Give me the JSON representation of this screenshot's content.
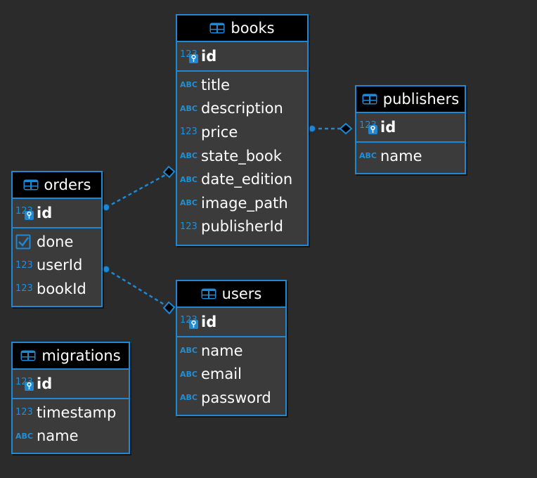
{
  "colors": {
    "accent": "#1e88d4",
    "background": "#2b2b2b",
    "table_fill": "#3b3b3b",
    "header_fill": "#000000"
  },
  "tables": {
    "books": {
      "name": "books",
      "pk": {
        "name": "id",
        "icon": "key-numeric-icon"
      },
      "columns": [
        {
          "name": "title",
          "icon": "text-type-icon",
          "glyph": "ABC"
        },
        {
          "name": "description",
          "icon": "text-type-icon",
          "glyph": "ABC"
        },
        {
          "name": "price",
          "icon": "numeric-type-icon",
          "glyph": "123"
        },
        {
          "name": "state_book",
          "icon": "text-type-icon",
          "glyph": "ABC"
        },
        {
          "name": "date_edition",
          "icon": "text-type-icon",
          "glyph": "ABC"
        },
        {
          "name": "image_path",
          "icon": "text-type-icon",
          "glyph": "ABC"
        },
        {
          "name": "publisherId",
          "icon": "numeric-type-icon",
          "glyph": "123"
        }
      ]
    },
    "publishers": {
      "name": "publishers",
      "pk": {
        "name": "id",
        "icon": "key-numeric-icon"
      },
      "columns": [
        {
          "name": "name",
          "icon": "text-type-icon",
          "glyph": "ABC"
        }
      ]
    },
    "orders": {
      "name": "orders",
      "pk": {
        "name": "id",
        "icon": "key-numeric-icon"
      },
      "columns": [
        {
          "name": "done",
          "icon": "checkbox-icon",
          "glyph": ""
        },
        {
          "name": "userId",
          "icon": "numeric-type-icon",
          "glyph": "123"
        },
        {
          "name": "bookId",
          "icon": "numeric-type-icon",
          "glyph": "123"
        }
      ]
    },
    "users": {
      "name": "users",
      "pk": {
        "name": "id",
        "icon": "key-numeric-icon"
      },
      "columns": [
        {
          "name": "name",
          "icon": "text-type-icon",
          "glyph": "ABC"
        },
        {
          "name": "email",
          "icon": "text-type-icon",
          "glyph": "ABC"
        },
        {
          "name": "password",
          "icon": "text-type-icon",
          "glyph": "ABC"
        }
      ]
    },
    "migrations": {
      "name": "migrations",
      "pk": {
        "name": "id",
        "icon": "key-numeric-icon"
      },
      "columns": [
        {
          "name": "timestamp",
          "icon": "numeric-type-icon",
          "glyph": "123"
        },
        {
          "name": "name",
          "icon": "text-type-icon",
          "glyph": "ABC"
        }
      ]
    }
  },
  "relationships": [
    {
      "from": "books.publisherId",
      "to": "publishers.id"
    },
    {
      "from": "orders.bookId",
      "to": "books.id"
    },
    {
      "from": "orders.userId",
      "to": "users.id"
    }
  ]
}
